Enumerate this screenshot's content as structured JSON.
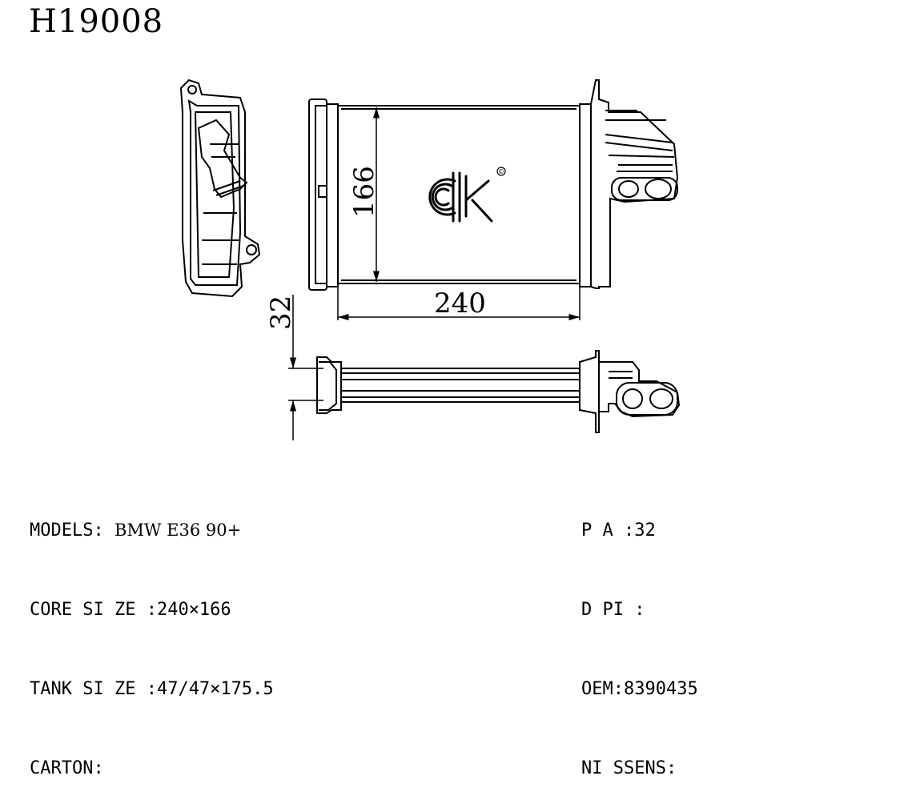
{
  "part_number": "H19008",
  "dimensions": {
    "height": "166",
    "width": "240",
    "thickness": "32"
  },
  "logo": {
    "mark": "ck",
    "registered": "©"
  },
  "specs_left": [
    {
      "label": "MODELS:",
      "value": "BMW E36 90+"
    },
    {
      "label": "CORE SI ZE :",
      "value": "240×166"
    },
    {
      "label": "TANK SI ZE :",
      "value": "47/47×175.5"
    },
    {
      "label": "CARTON:",
      "value": ""
    }
  ],
  "specs_right": [
    {
      "label": "P A :",
      "value": "32"
    },
    {
      "label": "D PI :",
      "value": ""
    },
    {
      "label": "OEM:",
      "value": "8390435"
    },
    {
      "label": "NI SSENS:",
      "value": ""
    }
  ]
}
